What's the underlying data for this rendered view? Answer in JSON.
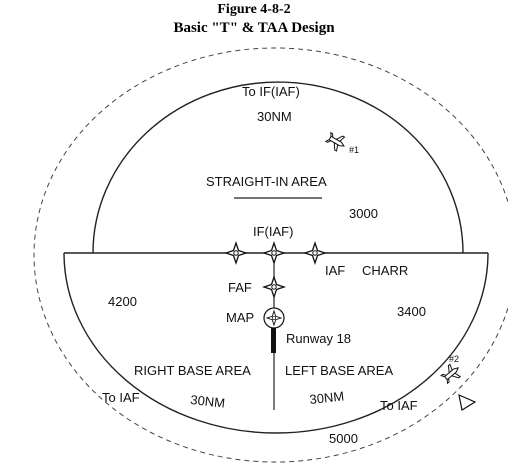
{
  "figure": {
    "number": "Figure 4-8-2",
    "title": "Basic \"T\" & TAA Design"
  },
  "labels": {
    "to_if_iaf": "To IF(IAF)",
    "nm_top": "30NM",
    "aircraft1": "#1",
    "straight_in_area": "STRAIGHT-IN AREA",
    "alt_straight_in": "3000",
    "if_iaf": "IF(IAF)",
    "iaf": "IAF",
    "charr": "CHARR",
    "alt_right_base": "4200",
    "alt_left_base": "3400",
    "faf": "FAF",
    "map": "MAP",
    "runway": "Runway 18",
    "aircraft2": "#2",
    "right_base_area": "RIGHT BASE AREA",
    "left_base_area": "LEFT BASE AREA",
    "to_iaf_left": "To IAF",
    "nm_bottom_left": "30NM",
    "nm_bottom_right": "30NM",
    "to_iaf_right": "To IAF",
    "alt_outer": "5000"
  },
  "icons": [
    "fix-diamond-icon",
    "airplane-icon",
    "triangle-icon",
    "circle-fix-icon"
  ]
}
